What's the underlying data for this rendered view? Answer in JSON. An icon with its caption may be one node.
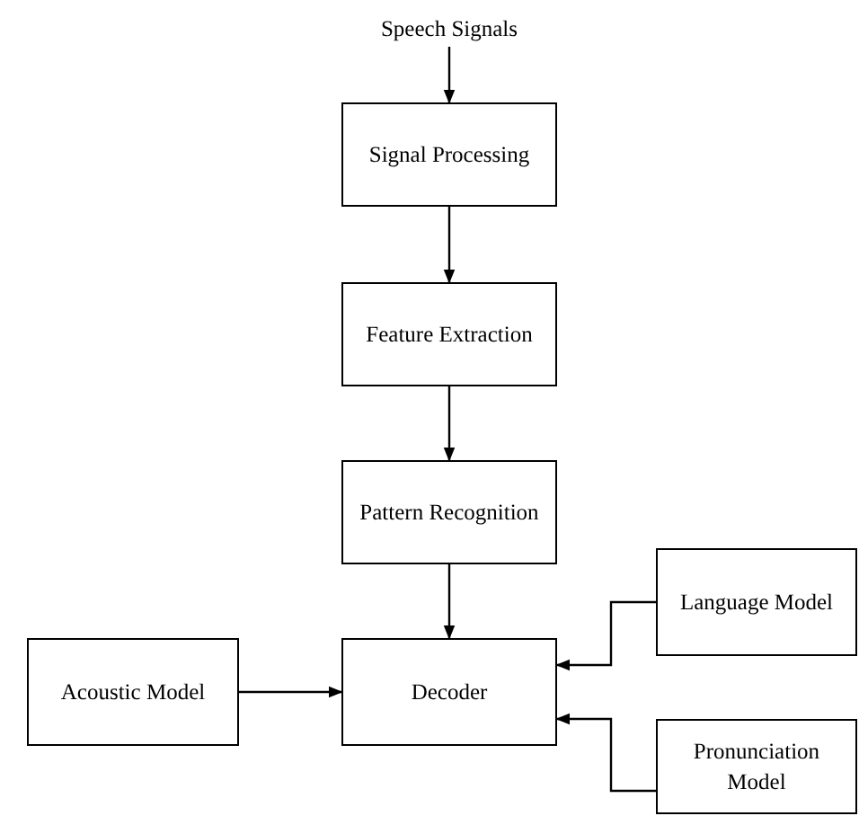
{
  "diagram": {
    "nodes": [
      {
        "text": [
          "Speech Signals"
        ]
      },
      {
        "text": [
          "Signal Processing"
        ]
      },
      {
        "text": [
          "Feature Extraction"
        ]
      },
      {
        "text": [
          "Pattern Recognition"
        ]
      },
      {
        "text": [
          "Acoustic Model"
        ]
      },
      {
        "text": [
          "Decoder"
        ]
      },
      {
        "text": [
          "Language Model"
        ]
      },
      {
        "text": [
          "Pronunciation Model"
        ]
      }
    ],
    "edges": [
      {
        "from": 0,
        "to": 1,
        "arrow": "to"
      },
      {
        "from": 1,
        "to": 2,
        "arrow": "to"
      },
      {
        "from": 2,
        "to": 3,
        "arrow": "to"
      },
      {
        "from": 3,
        "to": 5,
        "arrow": "to"
      },
      {
        "from": 4,
        "to": 5,
        "arrow": "to"
      },
      {
        "from": 6,
        "to": 5,
        "arrow": "to"
      },
      {
        "from": 7,
        "to": 5,
        "arrow": "to"
      }
    ]
  }
}
